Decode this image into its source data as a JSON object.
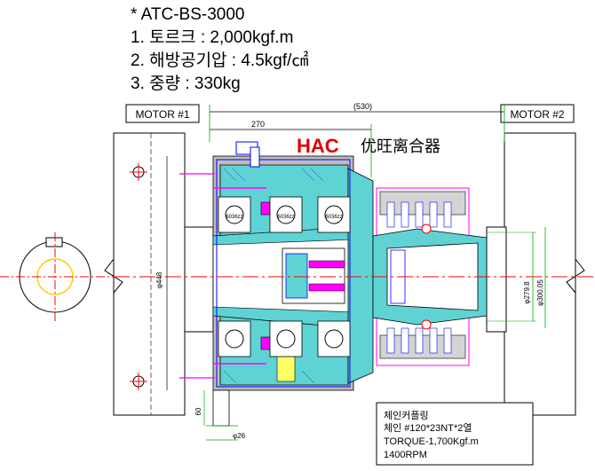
{
  "spec": {
    "model": "* ATC-BS-3000",
    "line1": "1. 토르크 : 2,000kgf.m",
    "line2": "2. 해방공기압 : 4.5kgf/㎠",
    "line3": "3. 중량 : 330kg"
  },
  "drawing": {
    "motor_left": "MOTOR #1",
    "motor_right": "MOTOR #2",
    "logo_text": "HAC",
    "company_name": "优旺离合器",
    "dim_total": "(530)",
    "dim_270": "270",
    "dim_448": "φ448",
    "dim_2798": "φ279.8",
    "dim_30005": "φ300.05",
    "dim_60": "60",
    "dim_26": "φ26",
    "bearing_labels": [
      "6036zz",
      "6036zz",
      "6036zz"
    ],
    "note": {
      "line1": "체인커플링",
      "line2": "체인 #120*23NT*2열",
      "line3": "TORQUE-1,700Kgf.m",
      "line4": "1400RPM"
    }
  },
  "colors": {
    "cyan": "#5fd3d3",
    "blue": "#0000ff",
    "magenta": "#ff00ff",
    "red": "#ff0000",
    "green": "#00aa00",
    "gray": "#a8a8a8",
    "logo_red": "#dd0000"
  }
}
